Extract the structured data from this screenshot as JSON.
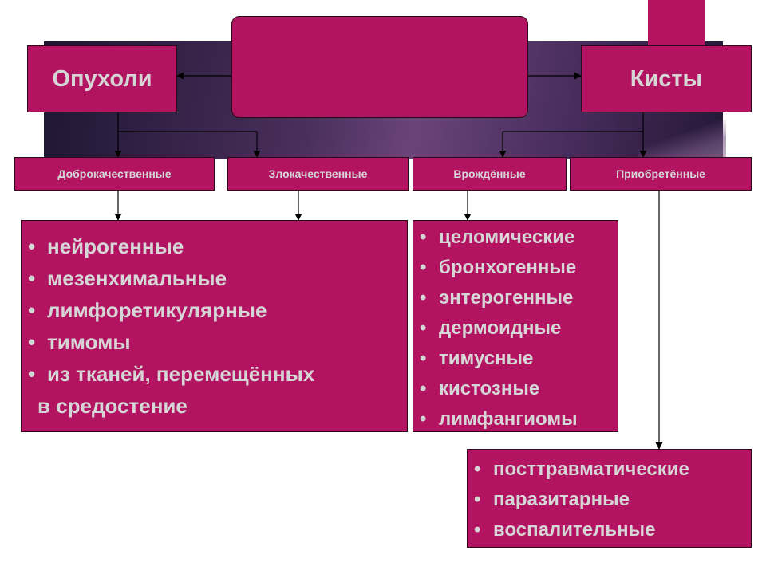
{
  "diagram": {
    "center_label": "",
    "nodes": {
      "tumors": "Опухоли",
      "cysts": "Кисты",
      "benign": "Доброкачественные",
      "malignant": "Злокачественные",
      "congenital": "Врождённые",
      "acquired": "Приобретённые"
    },
    "tumor_types": [
      "нейрогенные",
      "мезенхимальные",
      "лимфоретикулярные",
      "тимомы",
      "из тканей, перемещённых"
    ],
    "tumor_types_continuation": "в средостение",
    "congenital_cysts": [
      "целомические",
      "бронхогенные",
      "энтерогенные",
      "дермоидные",
      "тимусные",
      "кистозные",
      "лимфангиомы"
    ],
    "acquired_cysts": [
      "посттравматические",
      "паразитарные",
      "воспалительные"
    ],
    "bullet_char": "•",
    "colors": {
      "box_fill": "#b31462",
      "box_text": "#d6d6d6",
      "band": "#4a2f5c"
    }
  }
}
